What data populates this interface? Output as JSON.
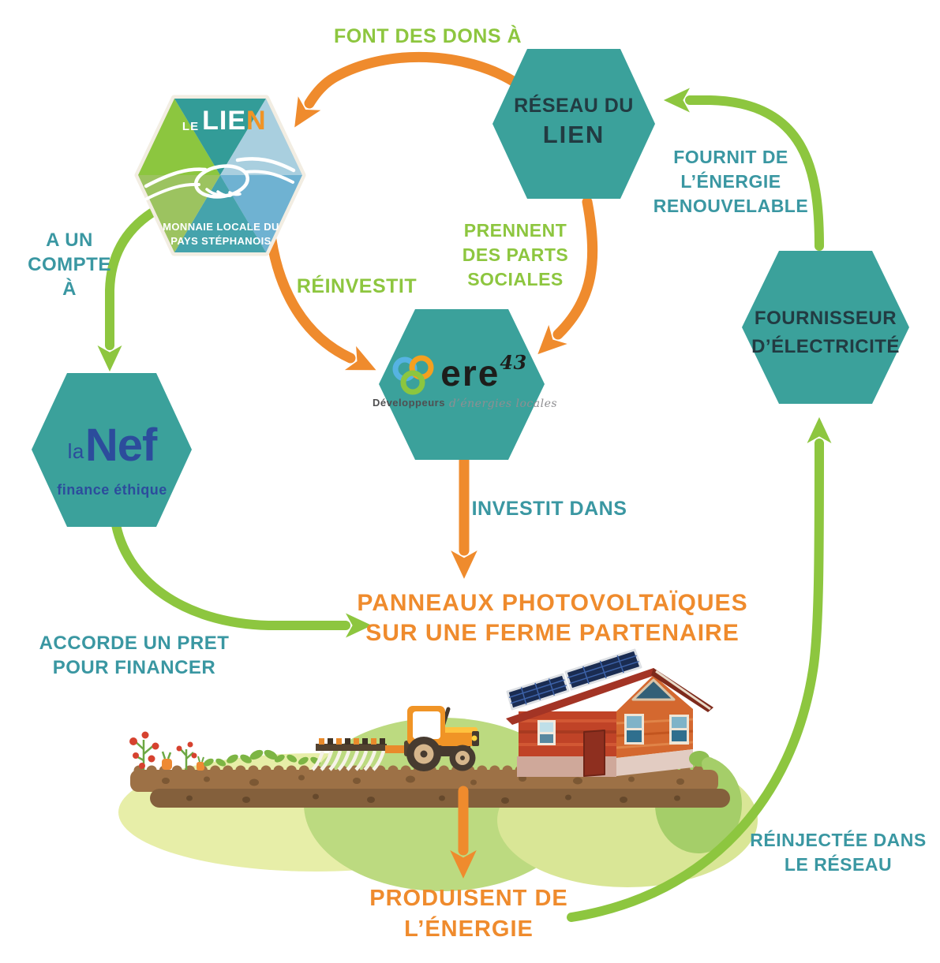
{
  "colors": {
    "orange": "#EF8B2D",
    "green": "#8DC63F",
    "teal_hexagon": "#3BA19B",
    "teal_text": "#3A97A2",
    "dark_text": "#223B42",
    "lanef_blue": "#2C4C9C"
  },
  "nodes": {
    "reseau_du_lien": {
      "line1": "RÉSEAU DU",
      "line2": "LIEN"
    },
    "fournisseur": {
      "line1": "FOURNISSEUR",
      "line2": "D’ÉLECTRICITÉ"
    },
    "le_lien": {
      "le": "LE",
      "lie": "LIE",
      "n": "N",
      "tag1": "MONNAIE LOCALE DU",
      "tag2": "PAYS STÉPHANOIS"
    },
    "ere": {
      "name": "ere",
      "sup": "43",
      "tag1": "Développeurs",
      "tag2": "d’énergies locales"
    },
    "lanef": {
      "la": "la",
      "nef": "Nef",
      "tag": "finance éthique"
    }
  },
  "edges": {
    "font_des_dons": "FONT DES DONS À",
    "prennent": {
      "l1": "PRENNENT",
      "l2": "DES PARTS",
      "l3": "SOCIALES"
    },
    "reinvestit": "RÉINVESTIT",
    "fournit": {
      "l1": "FOURNIT DE",
      "l2": "L’ÉNERGIE",
      "l3": "RENOUVELABLE"
    },
    "a_un_compte": {
      "l1": "A UN",
      "l2": "COMPTE",
      "l3": "À"
    },
    "investit_dans": "INVESTIT DANS",
    "accorde": {
      "l1": "ACCORDE UN PRET",
      "l2": "POUR FINANCER"
    },
    "reinjectee": {
      "l1": "RÉINJECTÉE DANS",
      "l2": "LE RÉSEAU"
    },
    "panneaux": {
      "l1": "PANNEAUX PHOTOVOLTAÏQUES",
      "l2": "SUR UNE FERME PARTENAIRE"
    },
    "produisent": {
      "l1": "PRODUISENT DE",
      "l2": "L’ÉNERGIE"
    }
  }
}
